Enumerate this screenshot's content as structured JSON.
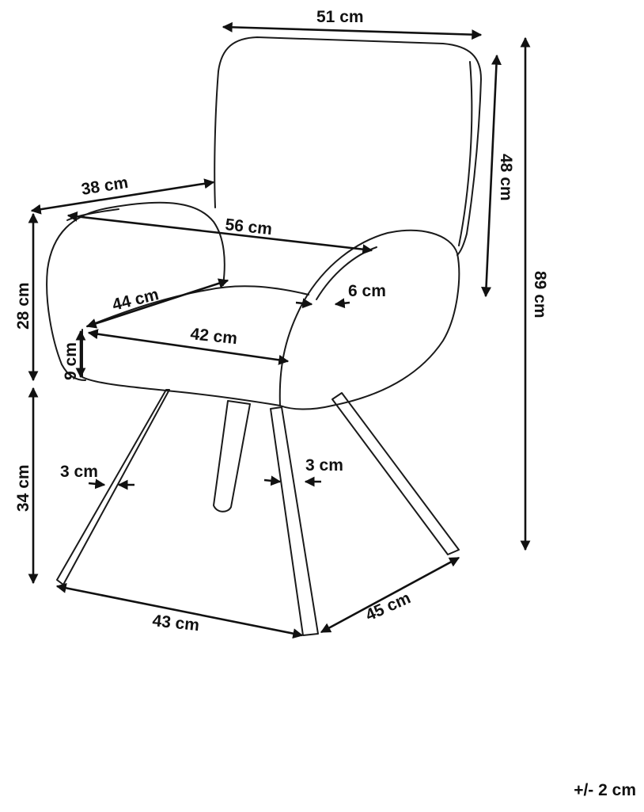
{
  "dimensions": {
    "back_width": "51 cm",
    "back_height": "48 cm",
    "total_height": "89 cm",
    "arm_depth": "38 cm",
    "overall_width": "56 cm",
    "arm_height": "28 cm",
    "seat_depth": "44 cm",
    "arm_thickness": "6 cm",
    "seat_width": "42 cm",
    "seat_thickness": "9 cm",
    "leg_height": "34 cm",
    "front_leg_thickness": "3 cm",
    "rear_leg_thickness": "3 cm",
    "base_width": "43 cm",
    "base_depth": "45 cm"
  },
  "tolerance": "+/- 2 cm"
}
